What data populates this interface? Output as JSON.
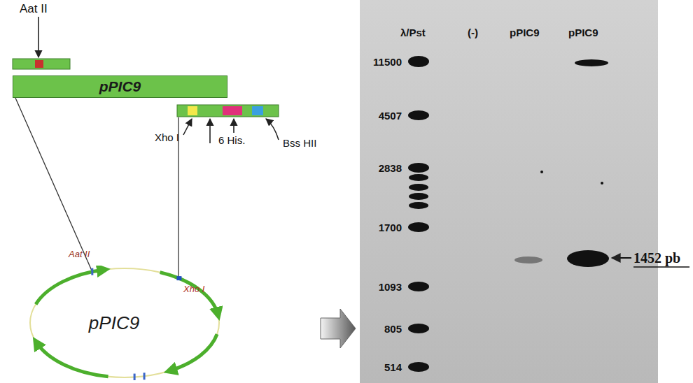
{
  "diagram": {
    "nodes": [
      {
        "text": [
          "pPIC9"
        ]
      },
      {
        "text": [
          "pPIC9"
        ]
      }
    ],
    "labels": [
      "Aat II",
      "Xho I",
      "6 His.",
      "Bss HII",
      "Aat II",
      "Xho I",
      "λ/Pst",
      "(-)",
      "pPIC9",
      "pPIC9",
      "11500",
      "4507",
      "2838",
      "1700",
      "1093",
      "805",
      "514",
      "1452 pb"
    ]
  }
}
